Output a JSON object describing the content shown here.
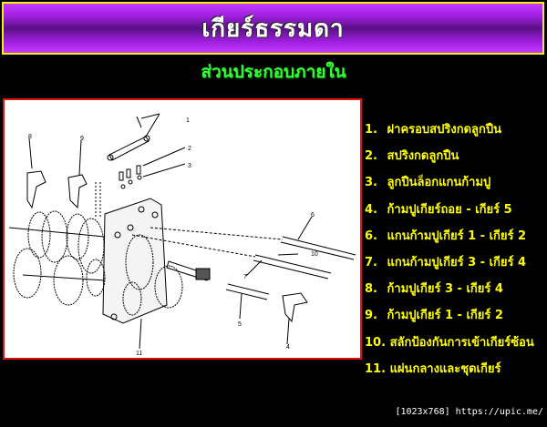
{
  "header": {
    "title": "เกียร์ธรรมดา",
    "subtitle": "ส่วนประกอบภายใน",
    "colors": {
      "banner": "#a020e0",
      "banner_border": "#f2f20a",
      "subtitle": "#33ff33",
      "legend_text": "#ffff00",
      "diagram_border": "#e01010"
    }
  },
  "diagram": {
    "description": "Exploded view of manual transmission internal components",
    "callouts": [
      "1",
      "2",
      "3",
      "4",
      "5",
      "6",
      "7",
      "8",
      "9",
      "10",
      "11"
    ]
  },
  "legend": {
    "items": [
      {
        "num": "1.",
        "label": "ฝาครอบสปริงกดลูกปืน"
      },
      {
        "num": "2.",
        "label": "สปริงกดลูกปืน"
      },
      {
        "num": "3.",
        "label": "ลูกปืนล็อกแกนก้ามปู"
      },
      {
        "num": "4.",
        "label": "ก้ามปูเกียร์ถอย - เกียร์ 5"
      },
      {
        "num": "6.",
        "label": "แกนก้ามปูเกียร์ 1 - เกียร์ 2"
      },
      {
        "num": "7.",
        "label": "แกนก้ามปูเกียร์ 3 - เกียร์ 4"
      },
      {
        "num": "8.",
        "label": "ก้ามปูเกียร์ 3 - เกียร์ 4"
      },
      {
        "num": "9.",
        "label": "ก้ามปูเกียร์ 1 - เกียร์ 2"
      },
      {
        "num": "10.",
        "label": "สลักป้องกันการเข้าเกียร์ซ้อน"
      },
      {
        "num": "11.",
        "label": "แผ่นกลางและชุดเกียร์"
      }
    ]
  },
  "watermark": "[1023x768] https://upic.me/"
}
